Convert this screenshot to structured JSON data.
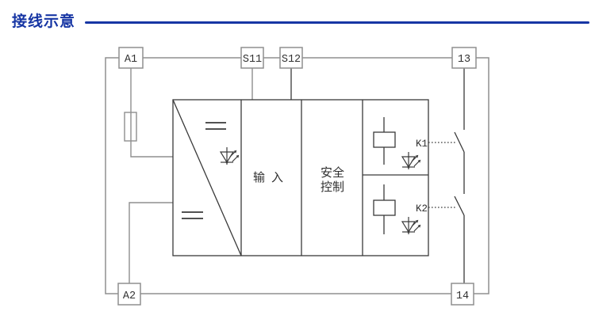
{
  "header": {
    "title": "接线示意",
    "accent_color": "#1736a4"
  },
  "diagram": {
    "terminals": {
      "a1": "A1",
      "s11": "S11",
      "s12": "S12",
      "t13": "13",
      "a2": "A2",
      "t14": "14"
    },
    "sections": {
      "input": "输入",
      "safety_line1": "安全",
      "safety_line2": "控制"
    },
    "relays": {
      "k1": "K1",
      "k2": "K2"
    },
    "colors": {
      "frame": "#8f8f8f",
      "line": "#3a3a3a"
    }
  }
}
